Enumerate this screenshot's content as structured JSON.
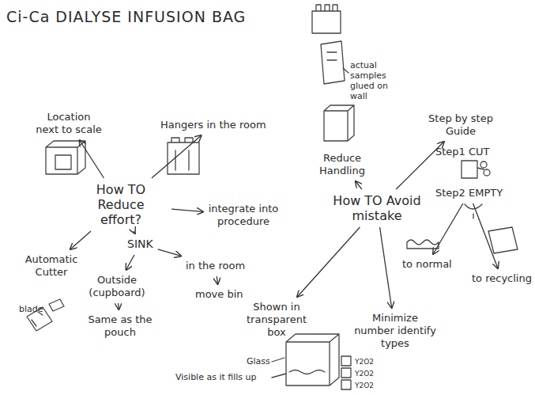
{
  "diagram": {
    "title": "Ci-Ca DIALYSE INFUSION BAG",
    "nodes": [
      {
        "text": [
          "How TO Reduce effort?"
        ]
      },
      {
        "text": [
          "Location next to scale"
        ]
      },
      {
        "text": [
          "Hangers in the room"
        ]
      },
      {
        "text": [
          "integrate into procedure"
        ]
      },
      {
        "text": [
          "Automatic Cutter"
        ]
      },
      {
        "text": [
          "SINK"
        ]
      },
      {
        "text": [
          "Outside (cupboard)"
        ]
      },
      {
        "text": [
          "Same as the pouch"
        ]
      },
      {
        "text": [
          "in the room"
        ]
      },
      {
        "text": [
          "move bin"
        ]
      },
      {
        "text": [
          "How TO Avoid mistake"
        ]
      },
      {
        "text": [
          "Reduce Handling"
        ]
      },
      {
        "text": [
          "Step by step Guide"
        ]
      },
      {
        "text": [
          "Step1 CUT"
        ]
      },
      {
        "text": [
          "Step2 EMPTY"
        ]
      },
      {
        "text": [
          "to normal"
        ]
      },
      {
        "text": [
          "to recycling"
        ]
      },
      {
        "text": [
          "Shown in transparent box"
        ]
      },
      {
        "text": [
          "Minimize number identify types"
        ]
      }
    ],
    "edges": [
      {
        "from": 0,
        "to": 1,
        "arrow": "to"
      },
      {
        "from": 0,
        "to": 2,
        "arrow": "to"
      },
      {
        "from": 0,
        "to": 3,
        "arrow": "to"
      },
      {
        "from": 0,
        "to": 4,
        "arrow": "to"
      },
      {
        "from": 0,
        "to": 5,
        "arrow": "to"
      },
      {
        "from": 5,
        "to": 6,
        "arrow": "to"
      },
      {
        "from": 6,
        "to": 7,
        "arrow": "to"
      },
      {
        "from": 5,
        "to": 8,
        "arrow": "to"
      },
      {
        "from": 8,
        "to": 9,
        "arrow": "to"
      },
      {
        "from": 10,
        "to": 11,
        "arrow": "to"
      },
      {
        "from": 10,
        "to": 12,
        "arrow": "to"
      },
      {
        "from": 10,
        "to": 17,
        "arrow": "to"
      },
      {
        "from": 10,
        "to": 18,
        "arrow": "to"
      },
      {
        "from": 14,
        "to": 15,
        "arrow": "to"
      },
      {
        "from": 14,
        "to": 16,
        "arrow": "to"
      }
    ],
    "labels": [
      "blade",
      "actual samples glued on wall",
      "Glass",
      "Visible as it fills up",
      "Y2O2",
      "Y2O2",
      "Y2O2"
    ]
  }
}
